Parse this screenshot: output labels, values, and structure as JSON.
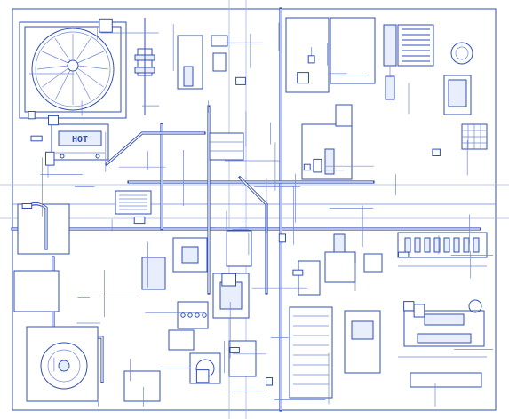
{
  "drawing": {
    "background": "#ffffff",
    "colors": {
      "line": "#2f4fb7",
      "thin": "#6f87d6",
      "pipe": "#3b55b8",
      "grid": "#a9b7e6"
    },
    "text_label": "HOT",
    "components": [
      "fan-unit",
      "control-panel",
      "coil-tank",
      "pump-assembly",
      "valve-manifold"
    ]
  }
}
